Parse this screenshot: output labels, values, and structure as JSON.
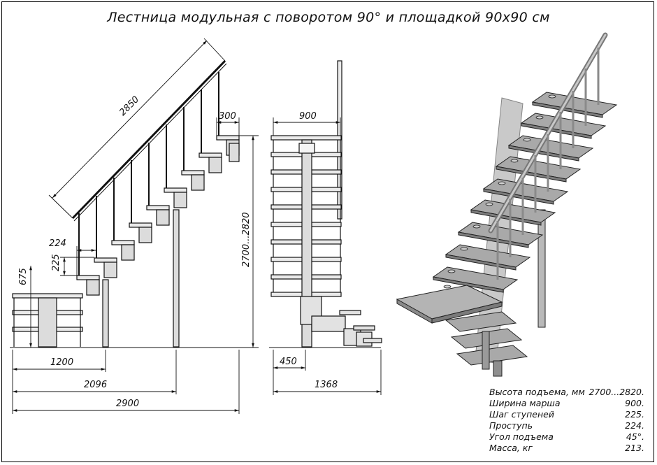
{
  "title": "Лестница модульная с поворотом 90° и площадкой 90х90 см",
  "dimensions": {
    "rail_length": "2850",
    "top_tread": "300",
    "tread_depth": "224",
    "step_height": "225",
    "landing_height": "675",
    "total_height": "2700...2820",
    "landing_length": "1200",
    "post_offset": "2096",
    "total_length": "2900",
    "march_width": "900",
    "front_offset": "450",
    "front_length": "1368"
  },
  "specs": [
    {
      "label": "Высота подъема, мм",
      "value": "2700...2820."
    },
    {
      "label": "Ширина марша",
      "value": "900."
    },
    {
      "label": "Шаг ступеней",
      "value": "225."
    },
    {
      "label": "Проступь",
      "value": "224."
    },
    {
      "label": "Угол подъема",
      "value": "45°."
    },
    {
      "label": "Масса, кг",
      "value": "213."
    }
  ]
}
